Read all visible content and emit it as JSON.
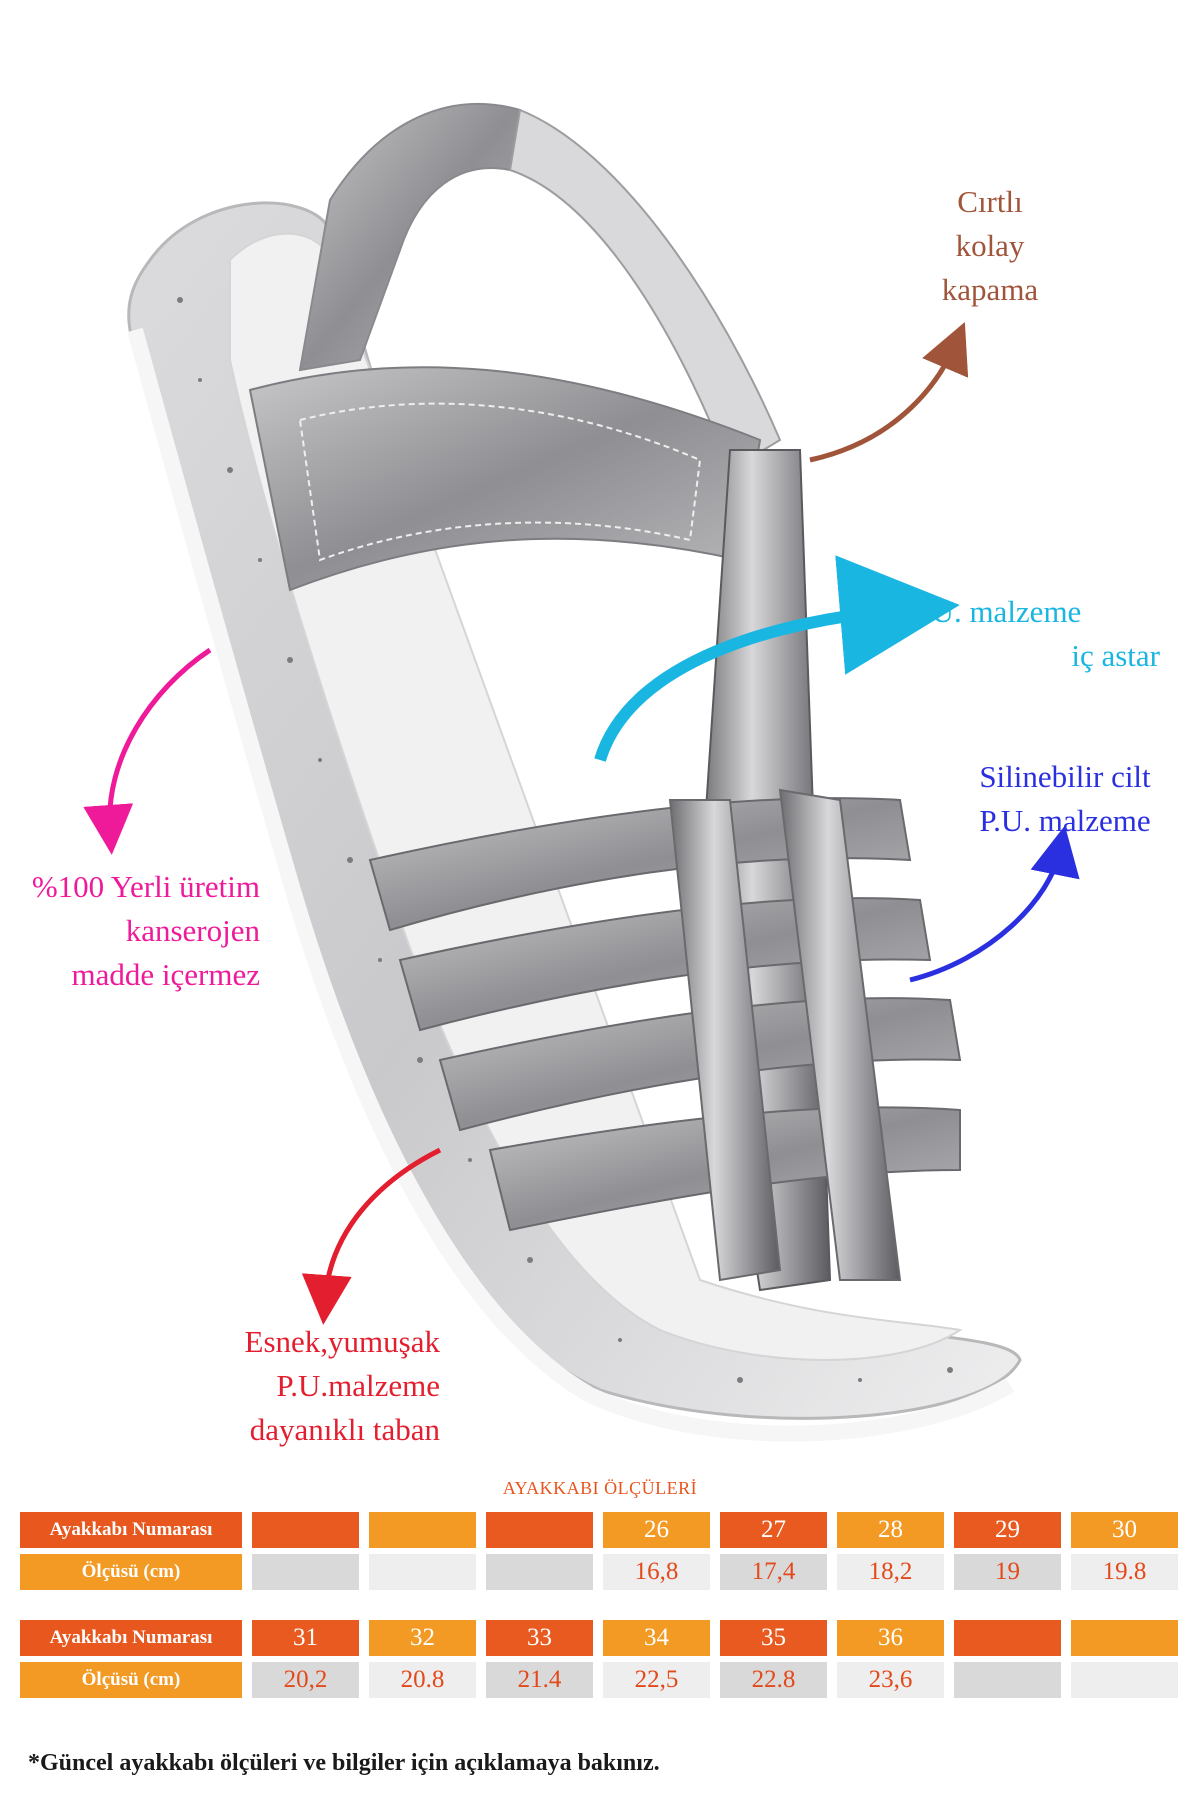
{
  "callouts": {
    "closure": [
      "Cırtlı",
      "kolay",
      "kapama"
    ],
    "lining": [
      "P.U. malzeme",
      "iç astar"
    ],
    "upper": [
      "Silinebilir cilt",
      "P.U. malzeme"
    ],
    "production": [
      "%100 Yerli üretim",
      "kanserojen",
      "madde içermez"
    ],
    "sole": [
      "Esnek,yumuşak",
      "P.U.malzeme",
      "dayanıklı taban"
    ]
  },
  "colors": {
    "closure": "#a0553a",
    "lining": "#1ab6e2",
    "upper": "#2a2fe0",
    "production": "#ee1a9a",
    "sole": "#e31e2e"
  },
  "size_table": {
    "title": "AYAKKABI ÖLÇÜLERİ",
    "blocks": [
      {
        "number_label": "Ayakkabı Numarası",
        "size_label": "Ölçüsü (cm)",
        "numbers": [
          "",
          "",
          "",
          "26",
          "27",
          "28",
          "29",
          "30"
        ],
        "sizes": [
          "",
          "",
          "",
          "16,8",
          "17,4",
          "18,2",
          "19",
          "19.8"
        ]
      },
      {
        "number_label": "Ayakkabı Numarası",
        "size_label": "Ölçüsü (cm)",
        "numbers": [
          "31",
          "32",
          "33",
          "34",
          "35",
          "36",
          "",
          ""
        ],
        "sizes": [
          "20,2",
          "20.8",
          "21.4",
          "22,5",
          "22.8",
          "23,6",
          "",
          ""
        ]
      }
    ]
  },
  "footnote": "*Güncel ayakkabı ölçüleri ve bilgiler için açıklamaya bakınız."
}
